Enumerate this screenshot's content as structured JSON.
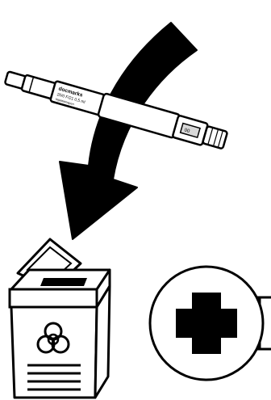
{
  "figure": {
    "pen": {
      "label_brand": "docmarks",
      "label_dose": "20/0 F/21 0,5 ml",
      "label_small": "Injektionspen",
      "window_value": "00"
    },
    "colors": {
      "ink": "#000000",
      "paper": "#ffffff",
      "window_gray": "#d8d8d8"
    },
    "icons": [
      "curved-arrow-icon",
      "injection-pen-icon",
      "sharps-container-icon",
      "biohazard-icon",
      "pharmacy-cross-icon"
    ]
  }
}
